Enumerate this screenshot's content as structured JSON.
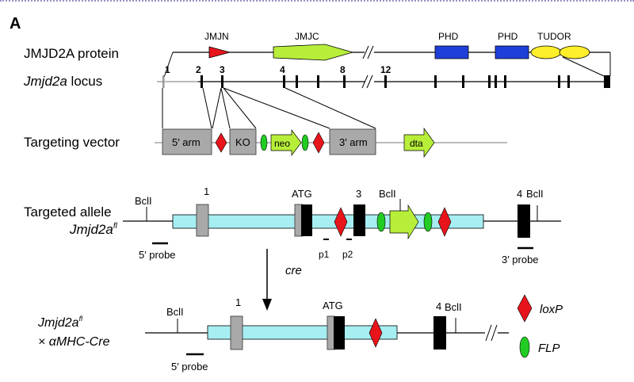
{
  "panel_label": "A",
  "protein": {
    "label": "JMJD2A protein",
    "domains": [
      "JMJN",
      "JMJC",
      "PHD",
      "PHD",
      "TUDOR"
    ]
  },
  "locus": {
    "label_italic": "Jmjd2a",
    "label_rest": " locus",
    "exon_numbers": [
      "1",
      "2",
      "3",
      "4",
      "8",
      "12"
    ]
  },
  "vector": {
    "label": "Targeting vector",
    "arm5": "5′ arm",
    "ko": "KO",
    "neo": "neo",
    "arm3": "3′ arm",
    "dta": "dta"
  },
  "targeted": {
    "label": "Targeted allele",
    "allele_italic": "Jmjd2a",
    "allele_sup": "fl",
    "bcl_sites": [
      "BclI",
      "BclI",
      "BclI"
    ],
    "exon_numbers": [
      "1",
      "3",
      "4"
    ],
    "atg": "ATG",
    "probe5": "5′ probe",
    "probe3": "3′ probe",
    "primers": [
      "p1",
      "p2"
    ]
  },
  "cre_label": "cre",
  "cross": {
    "allele_italic": "Jmjd2a",
    "allele_sup": "fl",
    "cre_line": "× αMHC-Cre",
    "bcl_sites": [
      "BclI",
      "BclI"
    ],
    "exon_numbers": [
      "1",
      "4"
    ],
    "atg": "ATG",
    "probe5": "5′ probe"
  },
  "legend": {
    "loxp": "loxP",
    "flp": "FLP"
  },
  "colors": {
    "jmjn": "#e8141b",
    "jmjc": "#b7ee3a",
    "phd": "#1f3fd9",
    "tudor": "#ffee2a",
    "box_gray": "#a9a9a9",
    "loxp": "#e8141b",
    "flp": "#22cc22",
    "cassette": "#b7ee3a",
    "transcript": "#a6eef2",
    "exon_black": "#000000",
    "topline": "#9a8fc4"
  }
}
